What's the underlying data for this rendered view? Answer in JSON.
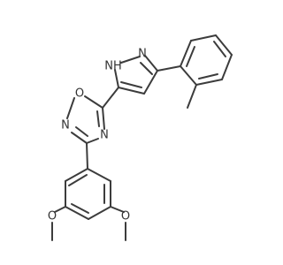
{
  "atoms": {
    "nh": "NH",
    "pyrazole_n": "N",
    "oxadiazole_o": "O",
    "oxadiazole_n2": "N",
    "oxadiazole_n4": "N",
    "methoxy_o_left": "O",
    "methoxy_o_right": "O"
  },
  "colors": {
    "bond": "#3c3c3c",
    "label": "#333333",
    "background": "#ffffff"
  }
}
